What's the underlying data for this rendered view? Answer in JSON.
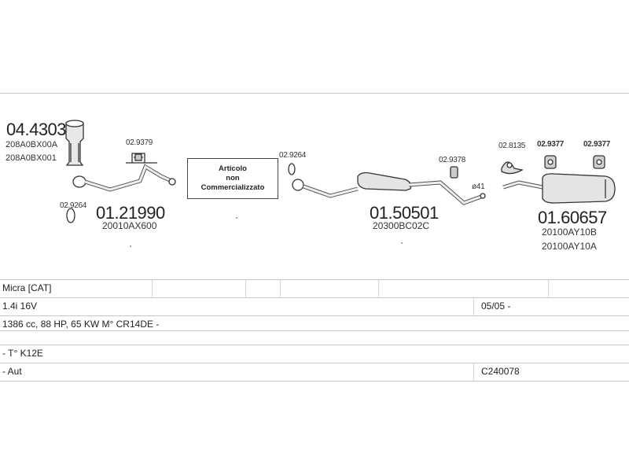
{
  "parts": {
    "cat_converter": {
      "number": "04.4303",
      "oem1": "208A0BX00A",
      "oem2": "208A0BX001"
    },
    "front_pipe": {
      "number": "01.21990",
      "oem": "20010AX600"
    },
    "gasket_a": {
      "number": "02.9264"
    },
    "clamp_a": {
      "number": "02.9379"
    },
    "gasket_b": {
      "number": "02.9264"
    },
    "middle_silencer": {
      "number": "01.50501",
      "oem": "20300BC02C"
    },
    "clamp_b": {
      "number": "02.9378"
    },
    "diameter": {
      "label": "ø41"
    },
    "hanger_a": {
      "number": "02.8135"
    },
    "rubber_a": {
      "number": "02.9377"
    },
    "rubber_b": {
      "number": "02.9377"
    },
    "rear_silencer": {
      "number": "01.60657",
      "oem1": "20100AY10B",
      "oem2": "20100AY10A"
    }
  },
  "notice": {
    "line1": "Articolo",
    "line2": "non",
    "line3": "Commercializzato"
  },
  "vehicle": {
    "model": "Micra  [CAT]",
    "engine": "1.4i 16V",
    "date": "05/05 -",
    "specs": "1386 cc, 88 HP, 65 KW M° CR14DE -",
    "type": "- T° K12E",
    "transmission": "- Aut",
    "code": "C240078"
  }
}
